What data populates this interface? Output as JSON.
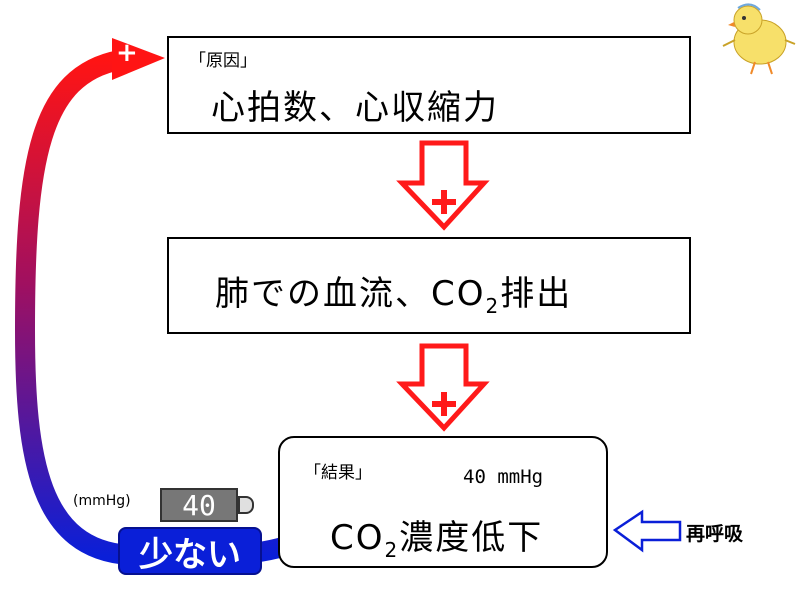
{
  "boxes": {
    "cause": {
      "bracket_label": "「原因」",
      "text": "心拍数、心収縮力"
    },
    "middle": {
      "text_main": "肺での血流、CO",
      "sub": "2",
      "text_tail": "排出"
    },
    "result": {
      "bracket_label": "「結果」",
      "value_text": "40 mmHg",
      "text_main": "CO",
      "sub": "2",
      "text_tail": "濃度低下"
    }
  },
  "gauge": {
    "unit_label": "(mmHg)",
    "value": "40"
  },
  "few_label": "少ない",
  "loop_sign": "+",
  "breathing_label": "再呼吸",
  "colors": {
    "red": "#ff1a1a",
    "blue": "#0a1fd8"
  }
}
